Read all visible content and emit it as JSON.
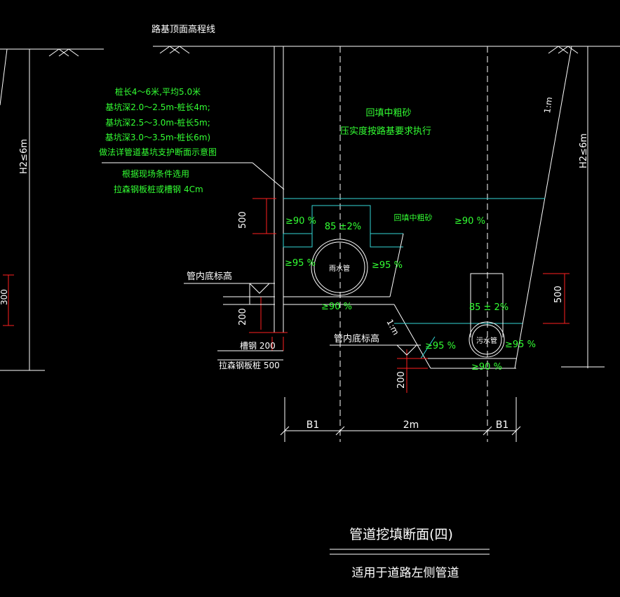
{
  "colors": {
    "background": "#000000",
    "line_white": "#ffffff",
    "text_green": "#33ff33",
    "line_cyan": "#33d6d6",
    "dim_red": "#ff2020"
  },
  "labels": {
    "road_top": "路基顶面高程线",
    "pile_note": [
      "桩长4～6米,平均5.0米",
      "基坑深2.0～2.5m-桩长4m;",
      "基坑深2.5～3.0m-桩长5m;",
      "基坑深3.0～3.5m-桩长6m)",
      "做法详管道基坑支护断面示意图"
    ],
    "sheet_note": [
      "根据现场条件选用",
      "拉森钢板桩或槽钢"
    ],
    "sheet_note_suffix": "4Cm",
    "backfill_1": "回填中粗砂",
    "backfill_2": "压实度按路基要求执行",
    "backfill_mid": "回填中粗砂",
    "slope_right": "1:m",
    "slope_bottom": "1:m",
    "h2_left": "H2≤6m",
    "h2_right": "H2≤6m",
    "invert_1": "管内底标高",
    "invert_2": "管内底标高",
    "channel_steel": "槽钢 200",
    "larsen_pile": "拉森钢板桩 500",
    "pipe_rain": "雨水管",
    "pipe_sewage": "污水管",
    "angle_85_a": "85 ±2%",
    "angle_85_b": "85 ± 2%",
    "comp_90": "≥90 %",
    "comp_95": "≥95 %",
    "dim_500_left": "500",
    "dim_200_left": "200",
    "dim_500_right": "500",
    "dim_200_bottom": "200",
    "dim_300_far_left": "300",
    "dim_b1_left": "B1",
    "dim_2m": "2m",
    "dim_b1_right": "B1",
    "title": "管道挖填断面(四)",
    "subtitle": "适用于道路左侧管道"
  }
}
